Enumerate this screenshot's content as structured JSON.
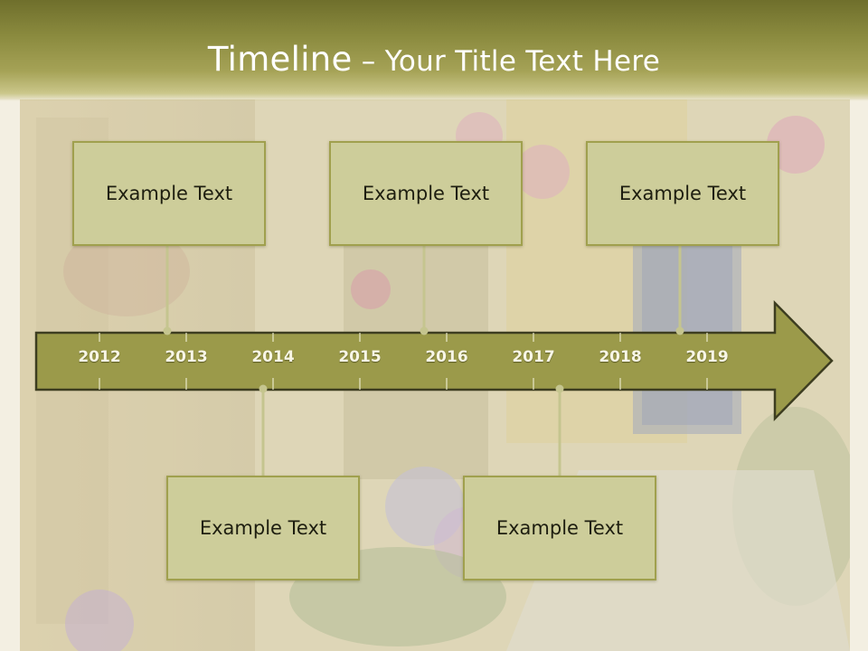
{
  "title": {
    "main": "Timeline",
    "separator": " – ",
    "sub": "Your Title Text Here"
  },
  "timeline": {
    "years": [
      "2012",
      "2013",
      "2014",
      "2015",
      "2016",
      "2017",
      "2018",
      "2019"
    ],
    "events_top": [
      {
        "label": "Example Text"
      },
      {
        "label": "Example Text"
      },
      {
        "label": "Example Text"
      }
    ],
    "events_bottom": [
      {
        "label": "Example Text"
      },
      {
        "label": "Example Text"
      }
    ]
  },
  "colors": {
    "title_band": "#8a8a3e",
    "arrow_fill": "#9b9a4a",
    "arrow_stroke": "#3d3d20",
    "card_fill": "#cdcd9a",
    "card_border": "#a0a04e",
    "connector": "#c5c58f"
  }
}
